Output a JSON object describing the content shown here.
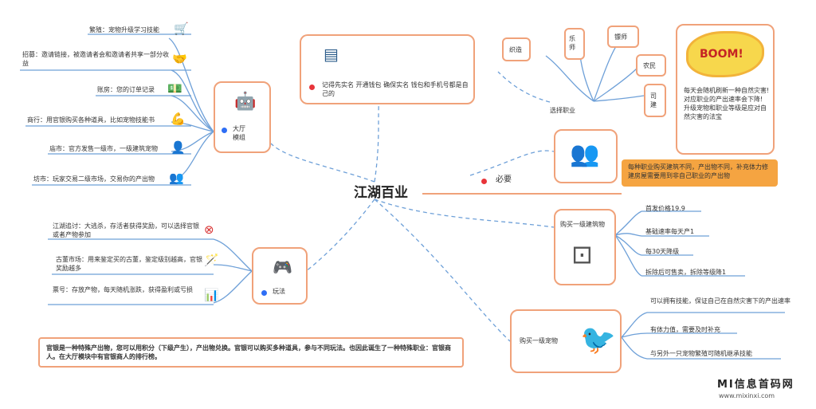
{
  "center": {
    "title": "江湖百业"
  },
  "hall": {
    "label": "大厅\n模组",
    "items": [
      "繁殖：宠物升级学习技能",
      "招募：邀请链接，被邀请者会和邀请者共享一部分收益",
      "账房：您的订单记录",
      "商行：用官银购买各种道具，比如宠物技能书",
      "庙市：官方发售一级市，一级建筑宠物",
      "坊市：玩家交易二级市场，交易你的产出物"
    ]
  },
  "wallet": {
    "text": "记得先实名 开通钱包 确保实名 钱包和手机号都是自己的"
  },
  "career": {
    "label": "选择职业",
    "jobs": [
      "织造",
      "乐师",
      "镖师",
      "农民",
      "司建"
    ],
    "boom_word": "BOOM!",
    "disaster_text": "每天会随机刷新一种自然灾害!\n对应职业的产出速率会下降!\n升级宠物和职业等级是应对自然灾害的法宝"
  },
  "must": {
    "label": "必要",
    "note": "每种职业购买建筑不同，产出物不同，补充体力修建房屋需要用到非自己职业的产出物"
  },
  "building": {
    "label": "购买一级建筑物",
    "items": [
      "首发价格19.9",
      "基础速率每天产1",
      "每30天降级",
      "拆除后可售卖，拆除等级降1"
    ]
  },
  "pet": {
    "label": "购买一级宠物",
    "items": [
      "可以拥有技能，保证自己在自然灾害下的产出速率",
      "有体力值，需要及时补充",
      "与另外一只宠物繁殖可随机继承技能"
    ]
  },
  "play": {
    "label": "玩法",
    "items": [
      "江湖追讨：大逃杀，存活者获得奖励，可以选择官银或者产物参加",
      "古董市场：用来鉴定买的古董，鉴定级别越高，官银奖励越多",
      "票号：存放产物，每天随机涨跌，获得盈利或亏损"
    ]
  },
  "silver_note": {
    "text": "官银是一种特殊产出物，您可以用积分（下级产生），产出物兑换。官银可以购买多种道具，参与不同玩法。也因此诞生了一种特殊职业：官银商人。在大厅模块中有官银商人的排行榜。"
  },
  "watermark": {
    "title": "MI信息首码网",
    "url": "www.mixinxi.com"
  },
  "colors": {
    "accent_border": "#f0a27a",
    "branch_line": "#6ea0d8",
    "note_fill": "#f5a441",
    "dot_red": "#e8343a",
    "dot_blue": "#2e6ef5"
  },
  "icons": [
    "cart-icon",
    "handshake-icon",
    "money-icon",
    "flexed-arm-icon",
    "person-icon",
    "people-icon",
    "robot-icon",
    "window-icon",
    "explosion-icon",
    "meeting-icon",
    "washer-icon",
    "bird-icon",
    "gamepad-icon",
    "cancel-icon",
    "magic-wand-icon",
    "chart-icon"
  ]
}
